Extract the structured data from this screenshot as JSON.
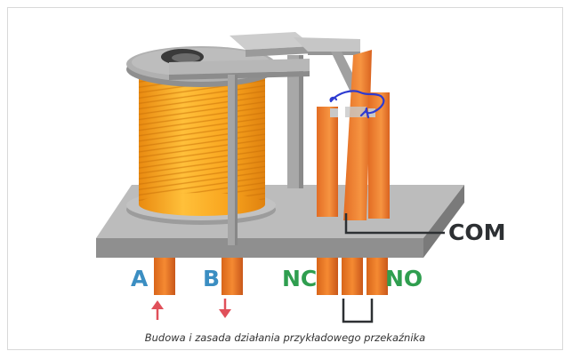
{
  "labels": {
    "a": "A",
    "b": "B",
    "nc": "NC",
    "no": "NO",
    "com": "COM"
  },
  "caption": "Budowa i zasada działania przykładowego przekaźnika",
  "colors": {
    "terminal_orange": "#ee7d2b",
    "coil_orange": "#f7a51e",
    "metal_gray": "#a9a9a9",
    "label_blue": "#3b8ec2",
    "label_green": "#2f9e4f",
    "arrow_red": "#e0505a",
    "dark_line": "#2d3033",
    "pen_blue": "#2d3bd1"
  }
}
